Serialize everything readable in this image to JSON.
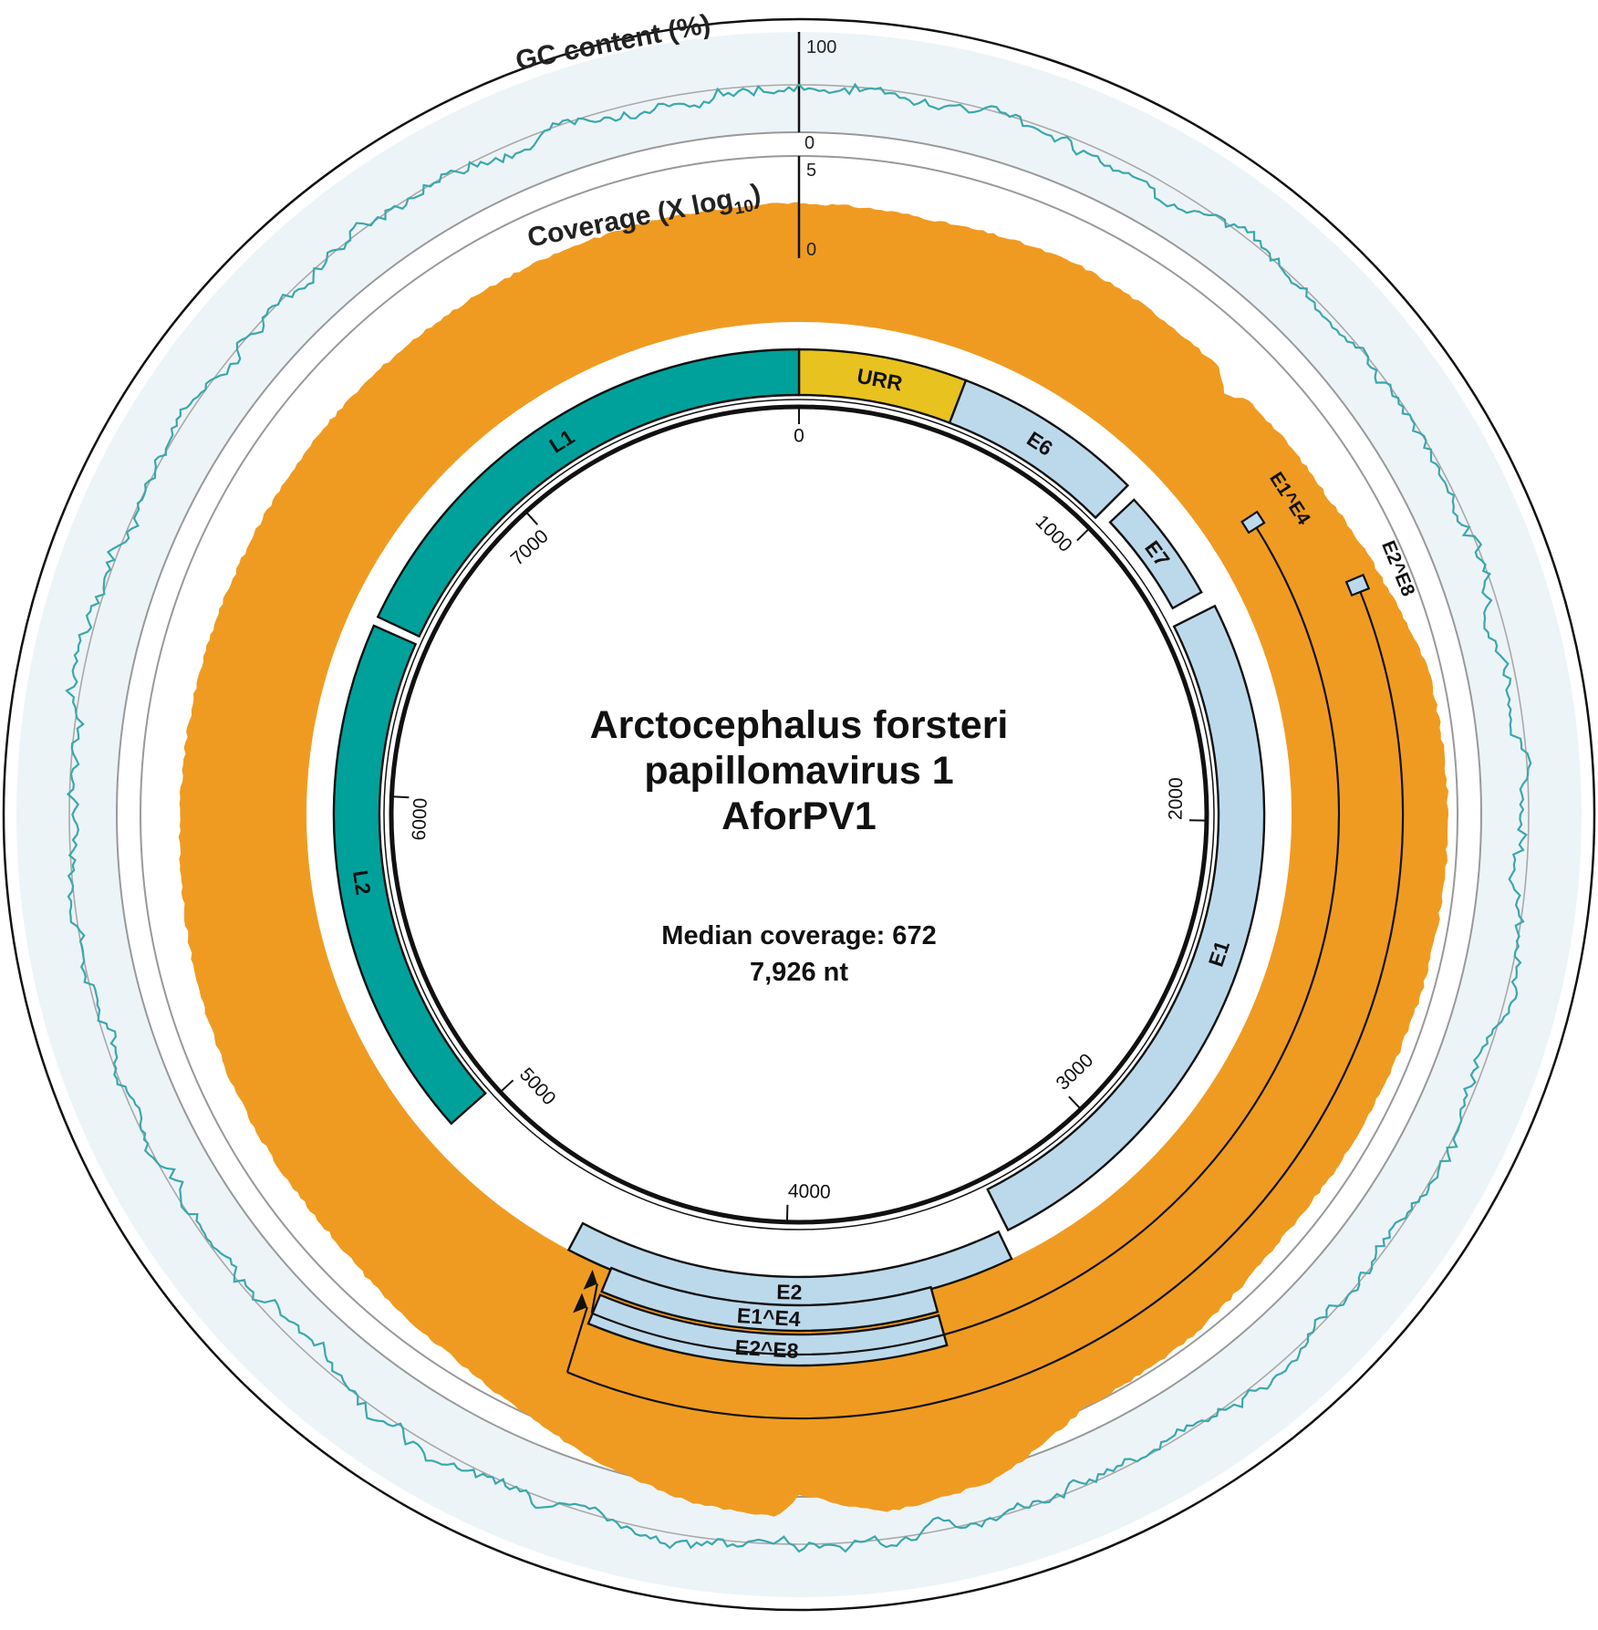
{
  "title": {
    "line1": "Arctocephalus forsteri",
    "line2": "papillomavirus 1",
    "line3": "AforPV1"
  },
  "stats": {
    "median_coverage": "Median coverage: 672",
    "genome_length": "7,926 nt"
  },
  "genome_length_nt": 7926,
  "tracks": {
    "gc": {
      "label": "GC content (%)",
      "scale_max": "100",
      "scale_min": "0",
      "reference_level_percent": 50,
      "color": "#3aa8ad"
    },
    "coverage": {
      "label_prefix": "Coverage (X log",
      "label_sub": "10",
      "label_suffix": ")",
      "scale_max": "5",
      "scale_min": "0",
      "color": "#ef9b22"
    }
  },
  "coordinate_ticks": [
    "0",
    "1000",
    "2000",
    "3000",
    "4000",
    "5000",
    "6000",
    "7000"
  ],
  "features": [
    {
      "name": "URR",
      "start": 0,
      "end": 463,
      "color": "#e8c21e",
      "lane": 0
    },
    {
      "name": "E6",
      "start": 463,
      "end": 990,
      "color": "#bcd9eb",
      "lane": 0
    },
    {
      "name": "E7",
      "start": 1030,
      "end": 1345,
      "color": "#bcd9eb",
      "lane": 0
    },
    {
      "name": "E1",
      "start": 1395,
      "end": 3375,
      "color": "#bcd9eb",
      "lane": 0
    },
    {
      "name": "E2",
      "start": 3400,
      "end": 4577,
      "color": "#bcd9eb",
      "lane": 0
    },
    {
      "name": "E1^E4",
      "start": 3620,
      "end": 4458,
      "color": "#bcd9eb",
      "lane": 1
    },
    {
      "name": "E2^E8",
      "start": 3620,
      "end": 4458,
      "color": "#bcd9eb",
      "lane": 2
    },
    {
      "name": "L2",
      "start": 5028,
      "end": 6472,
      "color": "#00a19a",
      "lane": 0
    },
    {
      "name": "L1",
      "start": 6498,
      "end": 7926,
      "color": "#00a19a",
      "lane": 0
    }
  ],
  "splice_donors": [
    {
      "name": "E1^E4",
      "position": 1260,
      "joins_to": "E1^E4"
    },
    {
      "name": "E2^E8",
      "position": 1490,
      "joins_to": "E2^E8"
    }
  ],
  "colors": {
    "late_genes": "#00a19a",
    "early_genes": "#bcd9eb",
    "urr": "#e8c21e",
    "coverage": "#ef9b22",
    "gc_line": "#3aa8ad",
    "gc_band": "#edf4f7"
  }
}
